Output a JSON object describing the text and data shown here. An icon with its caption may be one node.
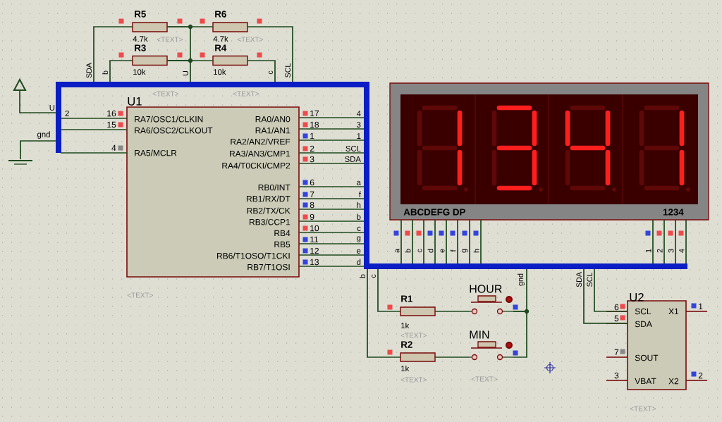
{
  "diagram": {
    "nodes": [
      {
        "text": [
          "U1",
          "RA7/OSC1/CLKIN",
          "RA0/AN0",
          "RA6/OSC2/CLKOUT",
          "RA1/AN1",
          "RA2/AN2/VREF",
          "RA5/MCLR",
          "RA3/AN3/CMP1",
          "RA4/T0CKI/CMP2",
          "RB0/INT",
          "RB1/RX/DT",
          "RB2/TX/CK",
          "RB3/CCP1",
          "RB4",
          "RB5",
          "RB6/T1OSO/T1CKI",
          "RB7/T1OSI"
        ],
        "beside": [
          "<TEXT>"
        ]
      },
      {
        "text": [
          "ABCDEFG DP",
          "1234"
        ]
      },
      {
        "text": [
          "U2",
          "SCL",
          "X1",
          "SDA",
          "SOUT",
          "VBAT",
          "X2"
        ],
        "beside": [
          "<TEXT>"
        ]
      },
      {
        "text": [
          "R5",
          "4.7k"
        ],
        "beside": [
          "<TEXT>"
        ]
      },
      {
        "text": [
          "R6",
          "4.7k"
        ],
        "beside": [
          "<TEXT>"
        ]
      },
      {
        "text": [
          "R3",
          "10k"
        ]
      },
      {
        "text": [
          "R4",
          "10k"
        ]
      },
      {
        "text": [
          "R1",
          "1k"
        ],
        "beside": [
          "<TEXT>"
        ]
      },
      {
        "text": [
          "R2",
          "1k"
        ],
        "beside": [
          "<TEXT>"
        ]
      },
      {
        "text": [
          "HOUR"
        ]
      },
      {
        "text": [
          "MIN"
        ],
        "beside": [
          "<TEXT>"
        ]
      },
      {
        "text": [],
        "shape": "triangle"
      },
      {
        "text": [],
        "shape": "ground"
      }
    ],
    "edges": [
      {
        "from": 11,
        "to": null,
        "arrow": "none",
        "label": "U"
      },
      {
        "from": 12,
        "to": null,
        "arrow": "none",
        "label": "gnd"
      },
      {
        "from": 0,
        "to": null,
        "arrow": "none",
        "label": "2"
      },
      {
        "from": 0,
        "to": null,
        "arrow": "none"
      },
      {
        "from": 0,
        "to": null,
        "arrow": "none"
      },
      {
        "from": 0,
        "to": null,
        "arrow": "none",
        "label": "4"
      },
      {
        "from": 0,
        "to": null,
        "arrow": "none",
        "label": "3"
      },
      {
        "from": 0,
        "to": null,
        "arrow": "none",
        "label": "1"
      },
      {
        "from": 0,
        "to": null,
        "arrow": "none",
        "label": "SCL"
      },
      {
        "from": 0,
        "to": null,
        "arrow": "none",
        "label": "SDA"
      },
      {
        "from": 0,
        "to": null,
        "arrow": "none",
        "label": "a"
      },
      {
        "from": 0,
        "to": null,
        "arrow": "none",
        "label": "f"
      },
      {
        "from": 0,
        "to": null,
        "arrow": "none",
        "label": "h"
      },
      {
        "from": 0,
        "to": null,
        "arrow": "none",
        "label": "b"
      },
      {
        "from": 0,
        "to": null,
        "arrow": "none",
        "label": "c"
      },
      {
        "from": 0,
        "to": null,
        "arrow": "none",
        "label": "g"
      },
      {
        "from": 0,
        "to": null,
        "arrow": "none",
        "label": "e"
      },
      {
        "from": 0,
        "to": null,
        "arrow": "none",
        "label": "d"
      },
      {
        "from": 1,
        "to": null,
        "arrow": "none",
        "label": "a"
      },
      {
        "from": 1,
        "to": null,
        "arrow": "none",
        "label": "b"
      },
      {
        "from": 1,
        "to": null,
        "arrow": "none",
        "label": "c"
      },
      {
        "from": 1,
        "to": null,
        "arrow": "none",
        "label": "d"
      },
      {
        "from": 1,
        "to": null,
        "arrow": "none",
        "label": "e"
      },
      {
        "from": 1,
        "to": null,
        "arrow": "none",
        "label": "f"
      },
      {
        "from": 1,
        "to": null,
        "arrow": "none",
        "label": "g"
      },
      {
        "from": 1,
        "to": null,
        "arrow": "none",
        "label": "h"
      },
      {
        "from": 1,
        "to": null,
        "arrow": "none",
        "label": "1"
      },
      {
        "from": 1,
        "to": null,
        "arrow": "none",
        "label": "2"
      },
      {
        "from": 1,
        "to": null,
        "arrow": "none",
        "label": "3"
      },
      {
        "from": 1,
        "to": null,
        "arrow": "none",
        "label": "4"
      },
      {
        "from": 2,
        "to": null,
        "arrow": "none",
        "label": "SCL"
      },
      {
        "from": 2,
        "to": null,
        "arrow": "none",
        "label": "SDA"
      },
      {
        "from": 3,
        "to": 4,
        "arrow": "none"
      },
      {
        "from": 5,
        "to": 6,
        "arrow": "none"
      },
      {
        "from": 3,
        "to": 5,
        "arrow": "none"
      },
      {
        "from": 3,
        "to": null,
        "arrow": "none",
        "label": "SDA"
      },
      {
        "from": 5,
        "to": null,
        "arrow": "none",
        "label": "b"
      },
      {
        "from": 5,
        "to": null,
        "arrow": "none",
        "label": "U"
      },
      {
        "from": 6,
        "to": null,
        "arrow": "none",
        "label": "c"
      },
      {
        "from": 4,
        "to": null,
        "arrow": "none",
        "label": "SCL"
      },
      {
        "from": null,
        "to": 7,
        "arrow": "none",
        "label": "c"
      },
      {
        "from": null,
        "to": 8,
        "arrow": "none",
        "label": "b"
      },
      {
        "from": 7,
        "to": 9,
        "arrow": "none"
      },
      {
        "from": 8,
        "to": 10,
        "arrow": "none"
      },
      {
        "from": 9,
        "to": null,
        "arrow": "none",
        "label": "gnd"
      },
      {
        "from": 10,
        "to": 9,
        "arrow": "none"
      }
    ],
    "labels": [
      "16",
      "15",
      "4",
      "17",
      "18",
      "1",
      "2",
      "3",
      "6",
      "7",
      "8",
      "9",
      "10",
      "11",
      "12",
      "13",
      "6",
      "1",
      "5",
      "7",
      "3",
      "2",
      "<TEXT>",
      "<TEXT>"
    ]
  }
}
